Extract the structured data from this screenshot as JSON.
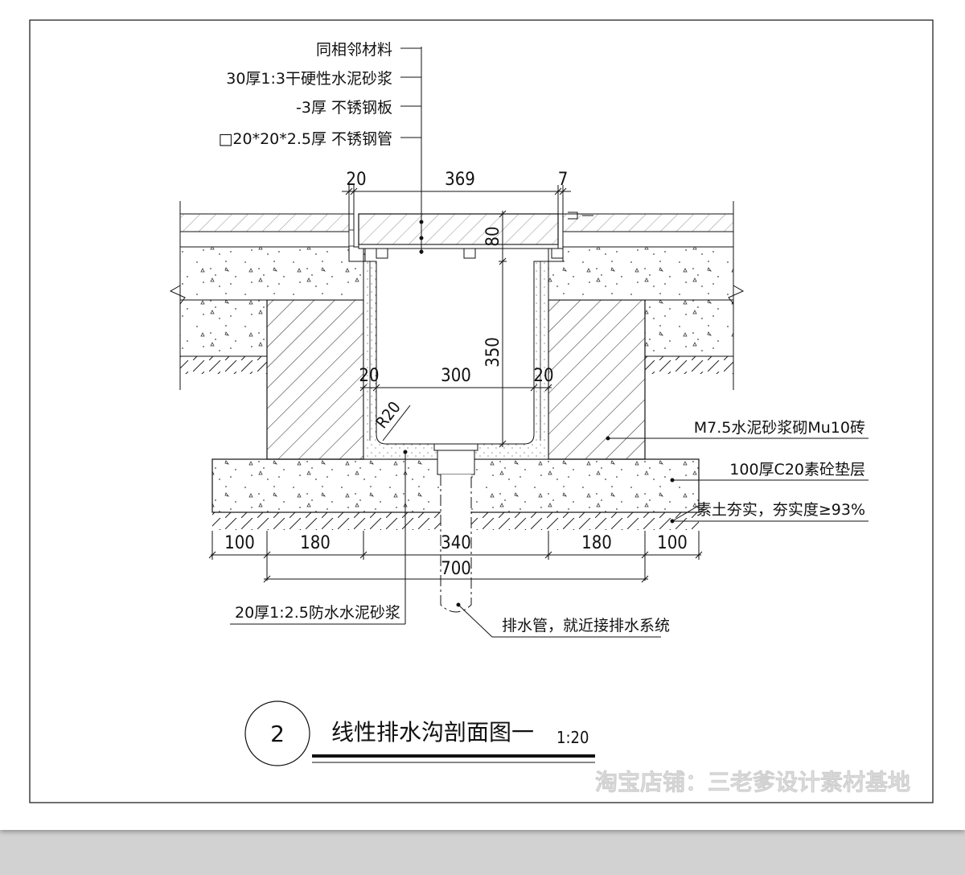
{
  "callouts_top": {
    "items": [
      "同相邻材料",
      "30厚1:3干硬性水泥砂浆",
      "-3厚 不锈钢板",
      "□20*20*2.5厚 不锈钢管"
    ]
  },
  "callouts_right": {
    "items": [
      "M7.5水泥砂浆砌Mu10砖",
      "100厚C20素砼垫层",
      "素土夯实，夯实度≥93%"
    ]
  },
  "callouts_bottom": {
    "mortar": "20厚1:2.5防水水泥砂浆",
    "pipe": "排水管，就近接排水系统"
  },
  "dims": {
    "top_left": "20",
    "top_mid": "369",
    "top_right": "7",
    "plate_depth": "80",
    "channel_depth": "350",
    "inner_left": "20",
    "inner_mid": "300",
    "inner_right": "20",
    "radius": "R20",
    "bottom_row": [
      "100",
      "180",
      "340",
      "180",
      "100"
    ],
    "total": "700"
  },
  "title": {
    "number": "2",
    "text": "线性排水沟剖面图一",
    "scale": "1:20"
  },
  "watermark": "淘宝店铺：三老爹设计素材基地"
}
